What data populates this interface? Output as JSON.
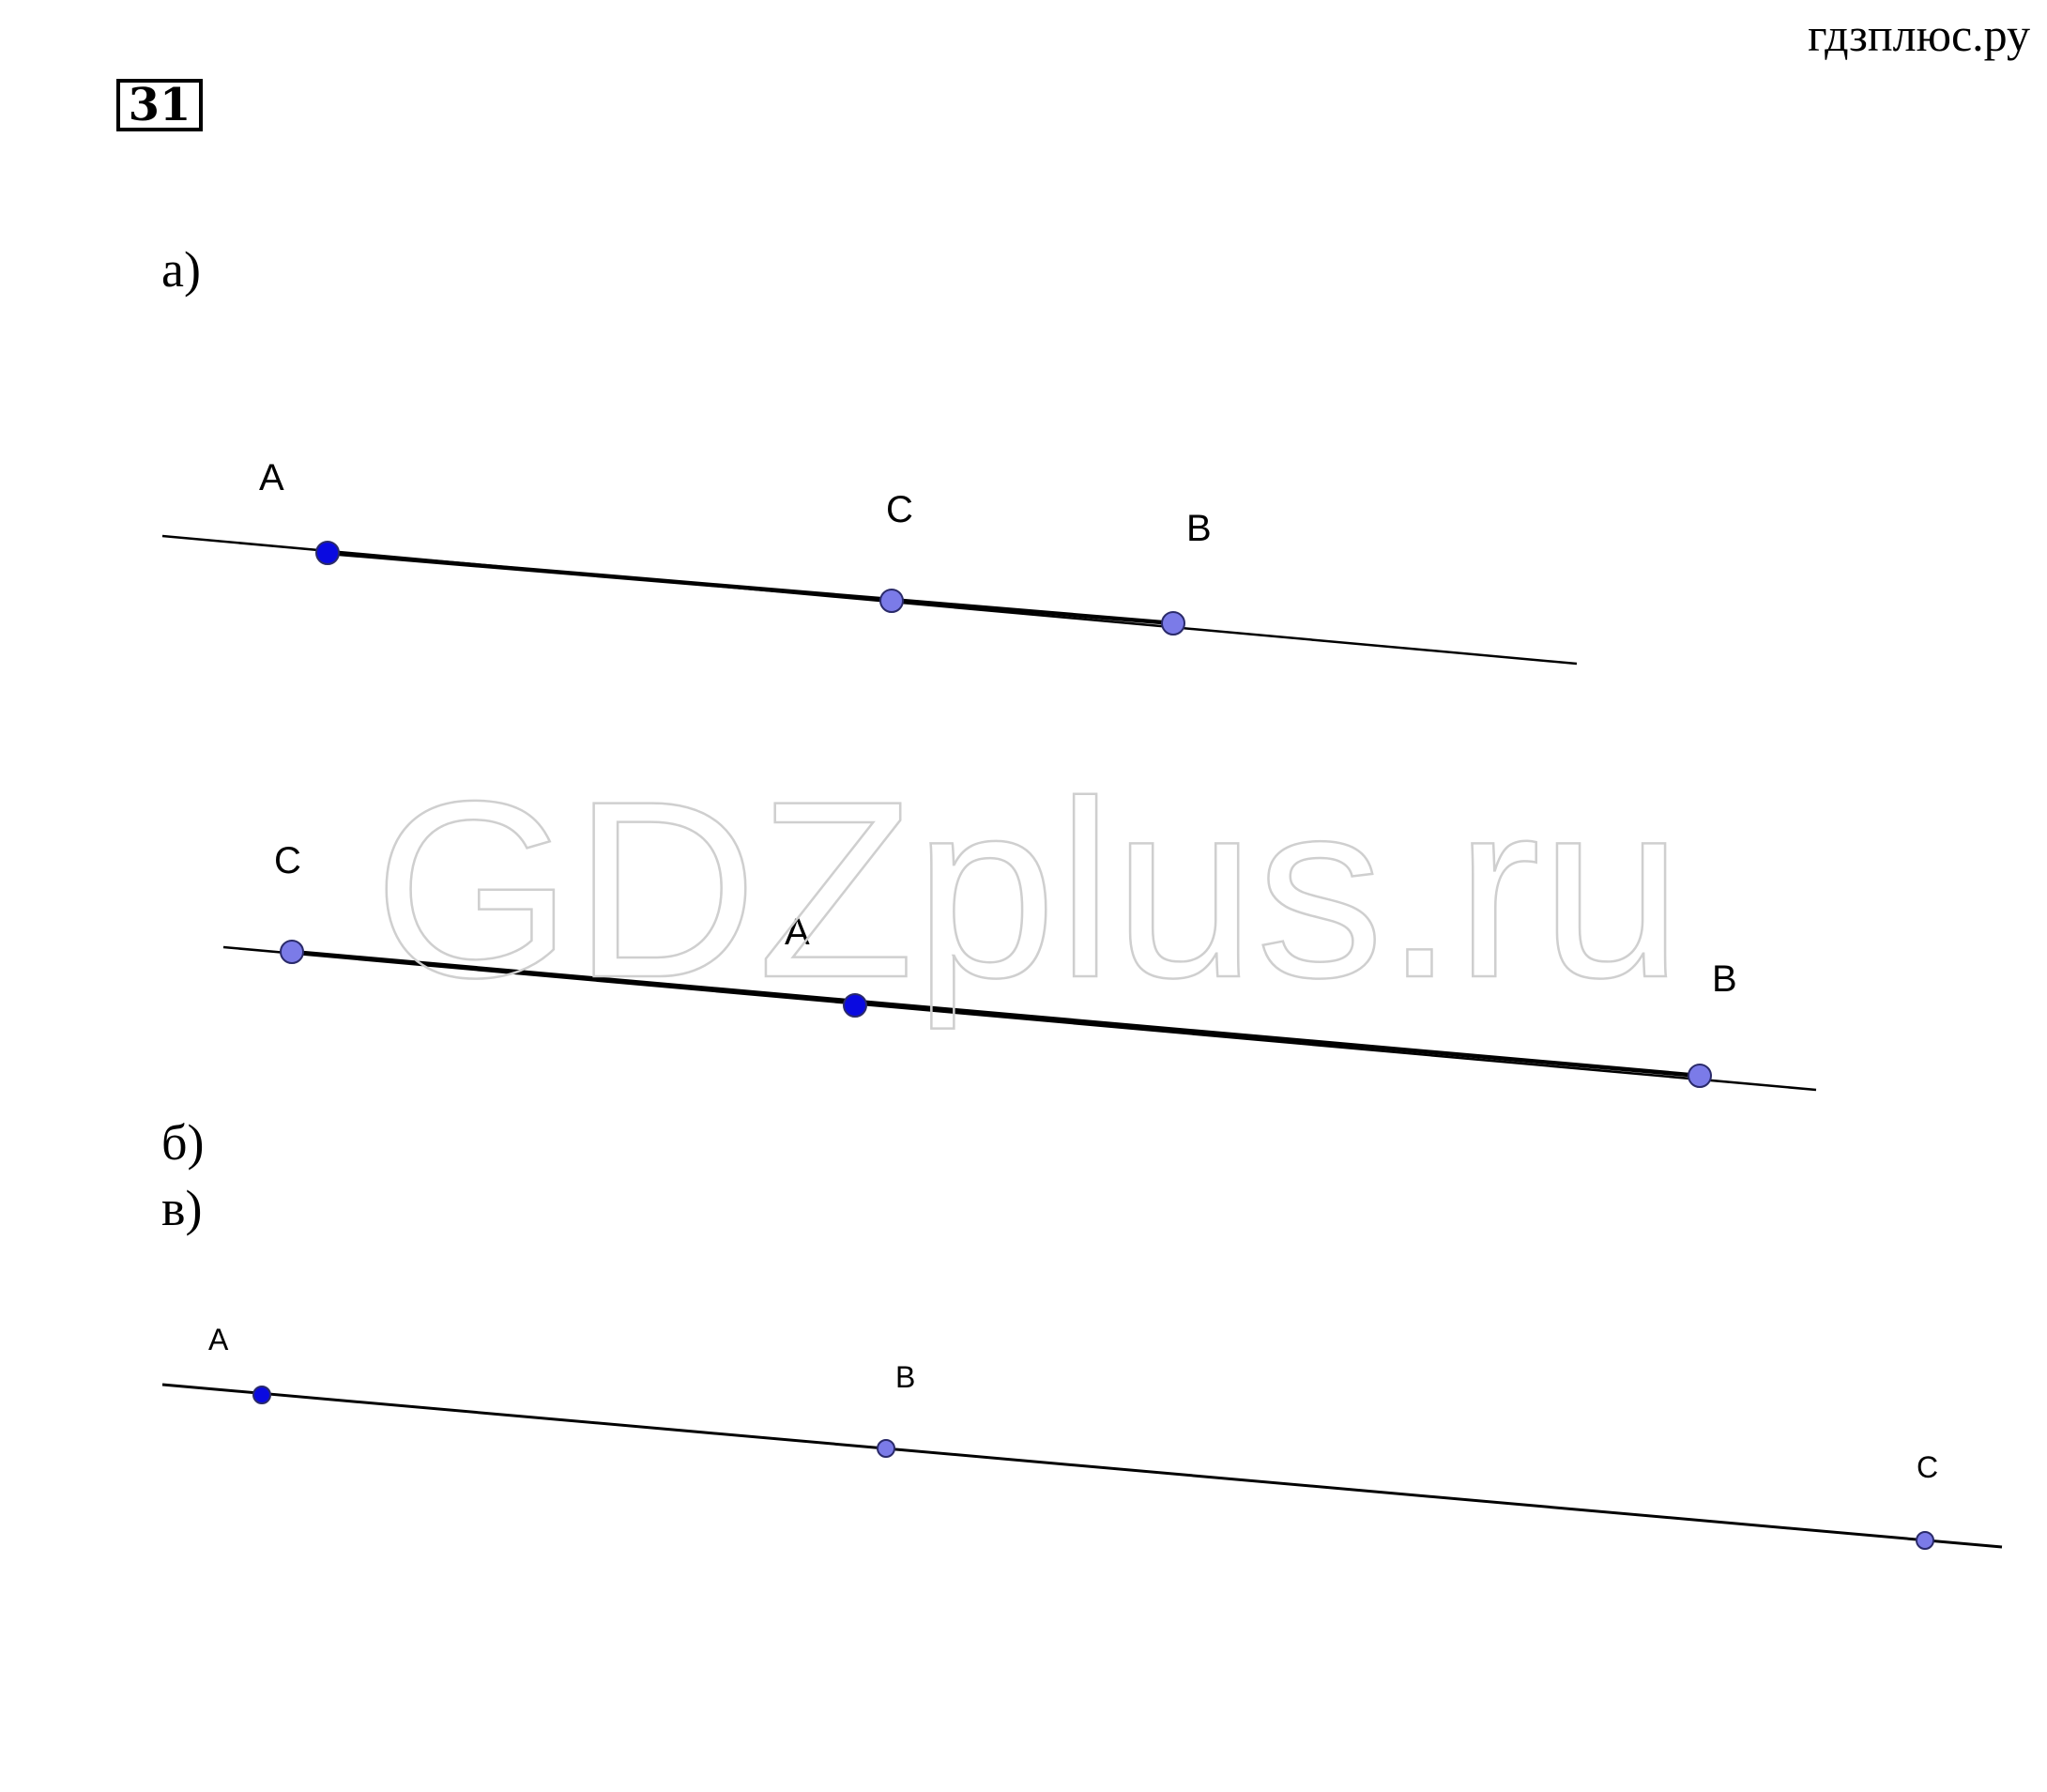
{
  "site_name": "гдзплюс.ру",
  "task_number": "31",
  "watermark": "GDZplus.ru",
  "colors": {
    "endpoint_point": "#0a0ae0",
    "other_point": "#7b7be8",
    "point_outline": "#2a2a6a",
    "line": "#000000"
  },
  "parts": [
    {
      "label": "а)",
      "points": [
        {
          "name": "A",
          "style": "endpoint"
        },
        {
          "name": "C",
          "style": "other"
        },
        {
          "name": "B",
          "style": "other"
        }
      ]
    },
    {
      "label": "б)",
      "points": [
        {
          "name": "C",
          "style": "other"
        },
        {
          "name": "A",
          "style": "endpoint"
        },
        {
          "name": "B",
          "style": "other"
        }
      ]
    },
    {
      "label": "в)",
      "points": [
        {
          "name": "A",
          "style": "endpoint"
        },
        {
          "name": "B",
          "style": "other"
        },
        {
          "name": "C",
          "style": "other"
        }
      ]
    }
  ]
}
